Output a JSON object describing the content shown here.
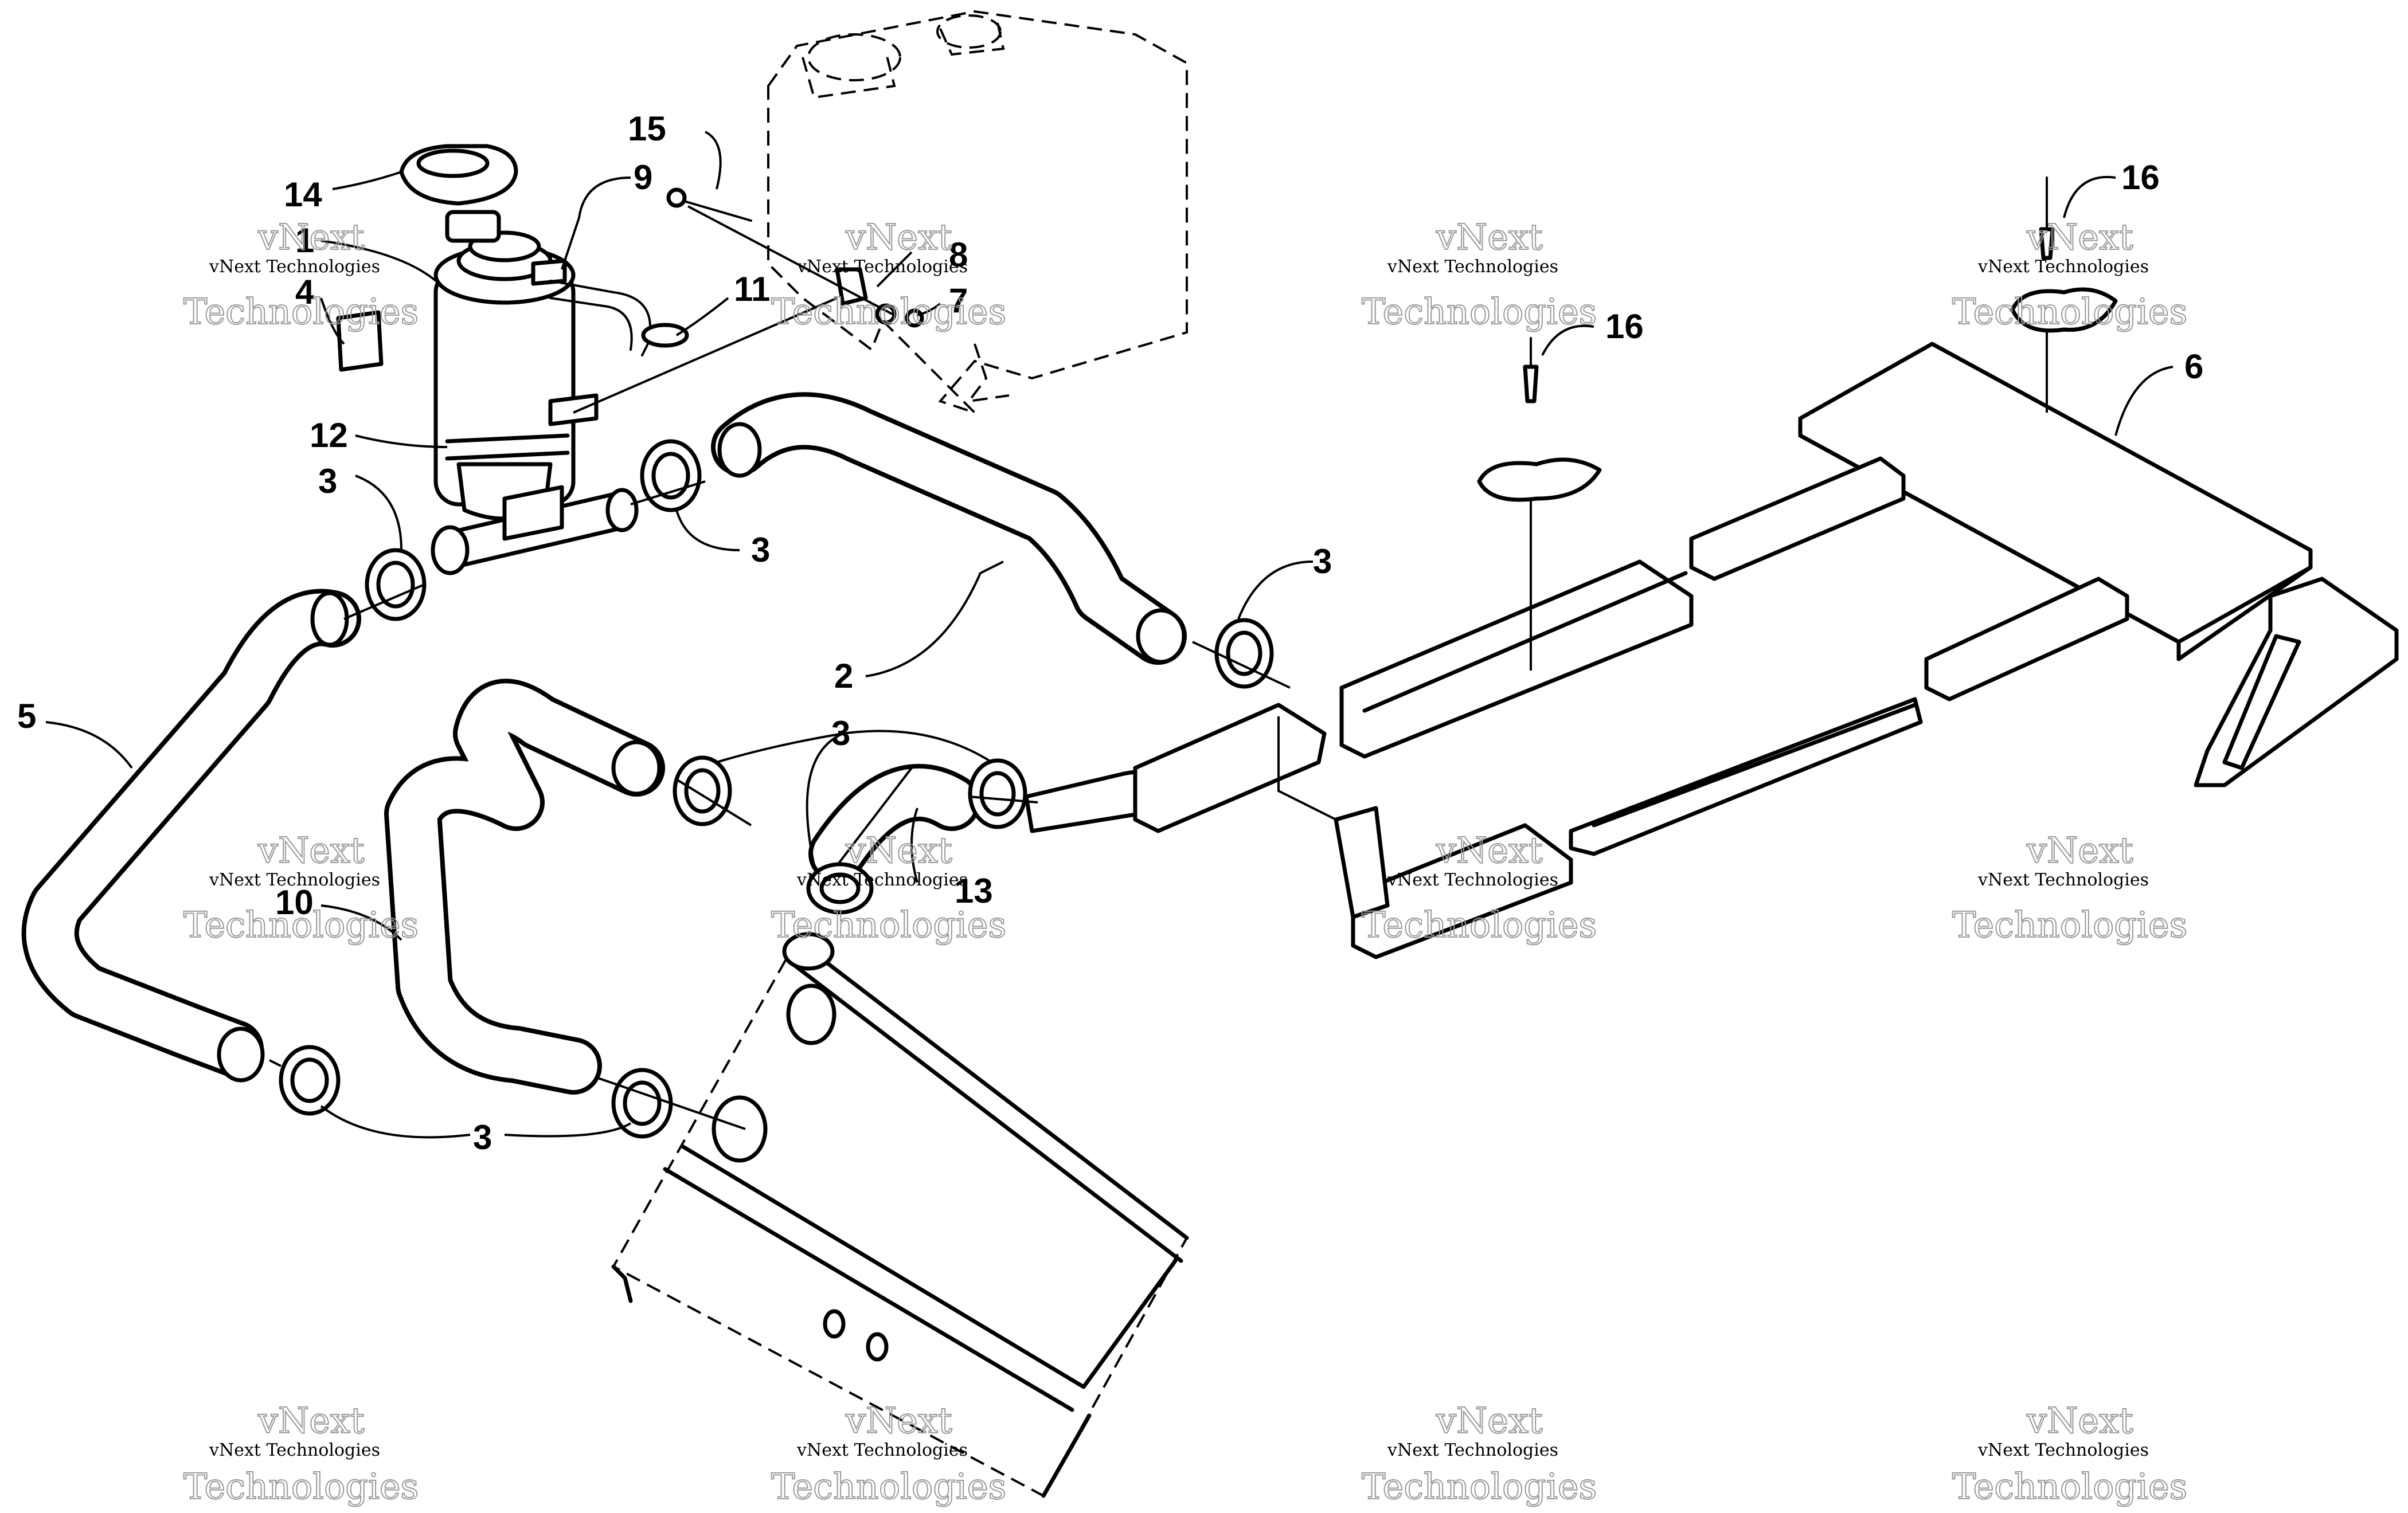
{
  "callouts": [
    {
      "id": "c1",
      "label": "1"
    },
    {
      "id": "c2",
      "label": "2"
    },
    {
      "id": "c3a",
      "label": "3"
    },
    {
      "id": "c3b",
      "label": "3"
    },
    {
      "id": "c3c",
      "label": "3"
    },
    {
      "id": "c3d",
      "label": "3"
    },
    {
      "id": "c3e",
      "label": "3"
    },
    {
      "id": "c4",
      "label": "4"
    },
    {
      "id": "c5",
      "label": "5"
    },
    {
      "id": "c6",
      "label": "6"
    },
    {
      "id": "c7",
      "label": "7"
    },
    {
      "id": "c8",
      "label": "8"
    },
    {
      "id": "c9",
      "label": "9"
    },
    {
      "id": "c10",
      "label": "10"
    },
    {
      "id": "c11",
      "label": "11"
    },
    {
      "id": "c12",
      "label": "12"
    },
    {
      "id": "c13",
      "label": "13"
    },
    {
      "id": "c14",
      "label": "14"
    },
    {
      "id": "c15",
      "label": "15"
    },
    {
      "id": "c16a",
      "label": "16"
    },
    {
      "id": "c16b",
      "label": "16"
    }
  ],
  "watermark": {
    "line1": "vNext Technologies",
    "line2": "vNext",
    "line3": "Technologies"
  }
}
